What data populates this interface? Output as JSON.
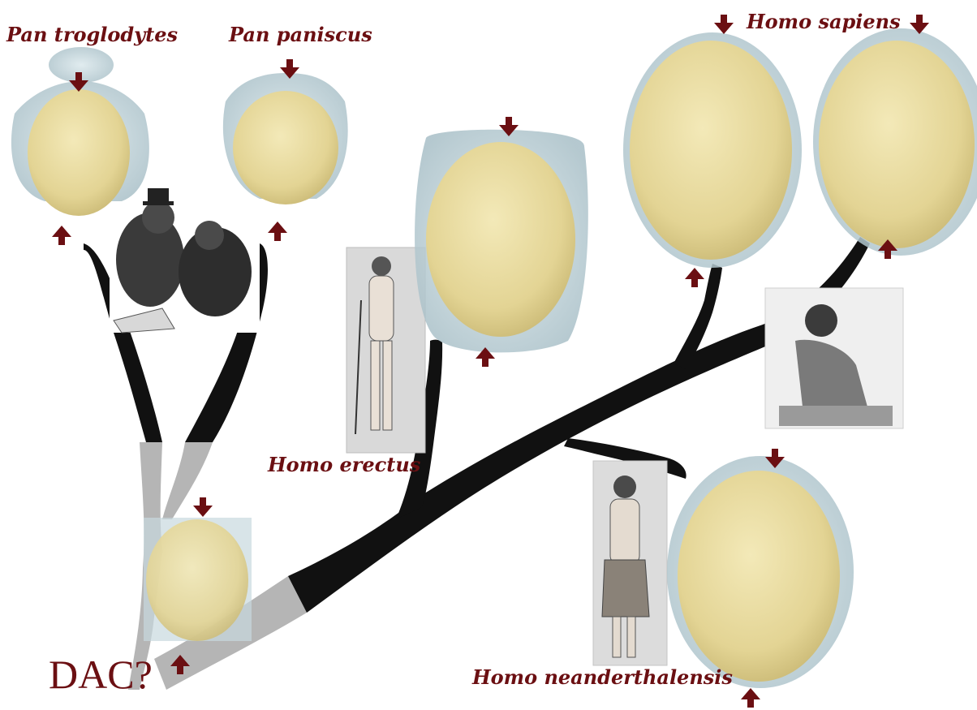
{
  "labels": {
    "pan_troglodytes": "Pan troglodytes",
    "pan_paniscus": "Pan paniscus",
    "homo_sapiens": "Homo sapiens",
    "homo_erectus": "Homo erectus",
    "homo_neanderthalensis": "Homo neanderthalensis",
    "dac": "DAC?"
  },
  "colors": {
    "branch": "#111111",
    "ancestral_branch": "#b5b5b5",
    "arrow": "#6b0f12",
    "skull": "#b9cdd4",
    "endocast": "#e8dca0",
    "label": "#6b0f12"
  },
  "icons": [
    "down-arrow-icon",
    "up-arrow-icon",
    "endocast-skull-icon",
    "illustration-figure-icon"
  ]
}
